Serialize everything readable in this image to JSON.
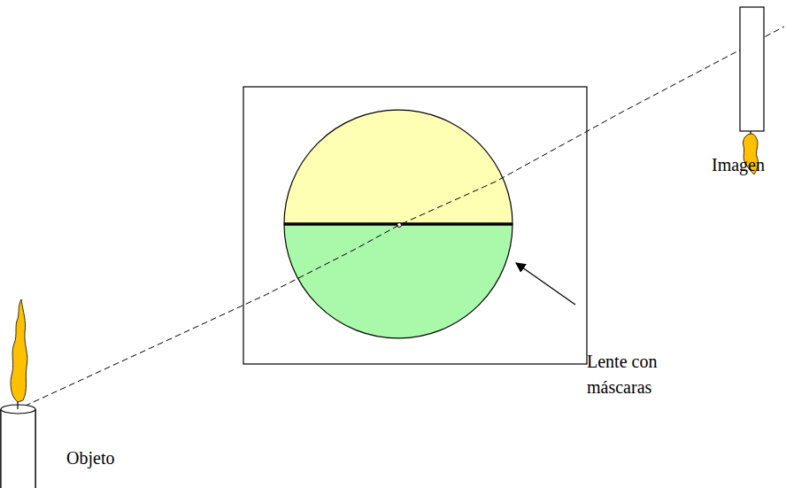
{
  "diagram": {
    "labels": [
      "Imagen",
      "Lente con máscaras",
      "Objeto"
    ]
  }
}
